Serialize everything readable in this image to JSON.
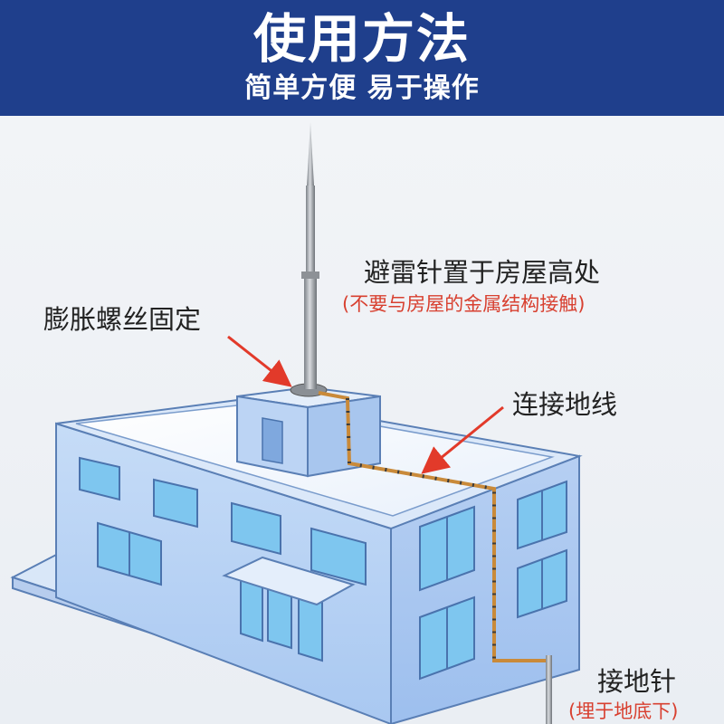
{
  "header": {
    "title": "使用方法",
    "subtitle": "简单方便 易于操作"
  },
  "labels": {
    "rod_placement": "避雷针置于房屋高处",
    "rod_placement_note": "(不要与房屋的金属结构接触)",
    "expansion_bolt": "膨胀螺丝固定",
    "ground_wire": "连接地线",
    "ground_rod": "接地针",
    "ground_rod_note": "(埋于地底下)"
  },
  "colors": {
    "header_bg": "#1f3f8c",
    "building": "#b8d3f5",
    "note_text": "#d84030",
    "arrow": "#e23a2a",
    "wire": "#c98a3a"
  }
}
